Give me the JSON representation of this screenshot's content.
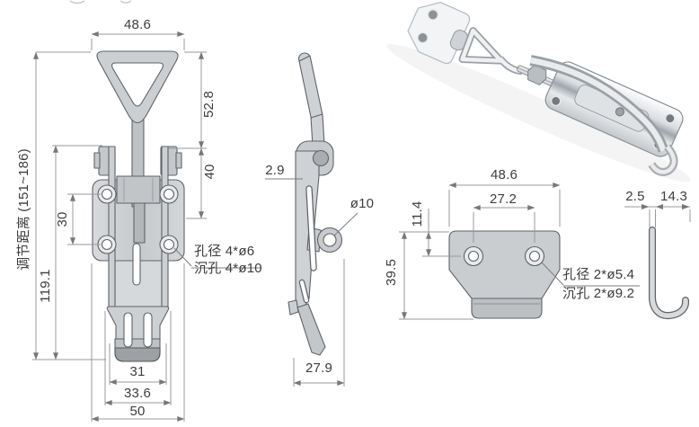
{
  "colors": {
    "background": "#ffffff",
    "part_fill": "#ccd0d2",
    "part_fill_dark": "#9da1a4",
    "part_outline": "#5f6368",
    "dim_line": "#98999b",
    "text": "#3c3d3f"
  },
  "front_view": {
    "top_width": "48.6",
    "loop_height": "52.8",
    "lever_height": "40",
    "hole_spacing": "30",
    "body_height": "119.1",
    "adjust_range": "调节距离 (151~186)",
    "hole_note_1": "孔径 4*ø6",
    "hole_note_2": "沉孔 4*ø10",
    "catch_width": "31",
    "slide_width": "33.6",
    "base_width": "50"
  },
  "side_view": {
    "plate_thickness": "2.9",
    "loop_hole_dia": "ø10",
    "overall_depth": "27.9"
  },
  "plate_view": {
    "width": "48.6",
    "hole_spacing": "27.2",
    "hole_edge_offset": "11.4",
    "height": "39.5",
    "hole_note_1": "孔径 2*ø5.4",
    "hole_note_2": "沉孔 2*ø9.2"
  },
  "hook_view": {
    "wire_dia": "2.5",
    "hook_reach": "14.3"
  }
}
